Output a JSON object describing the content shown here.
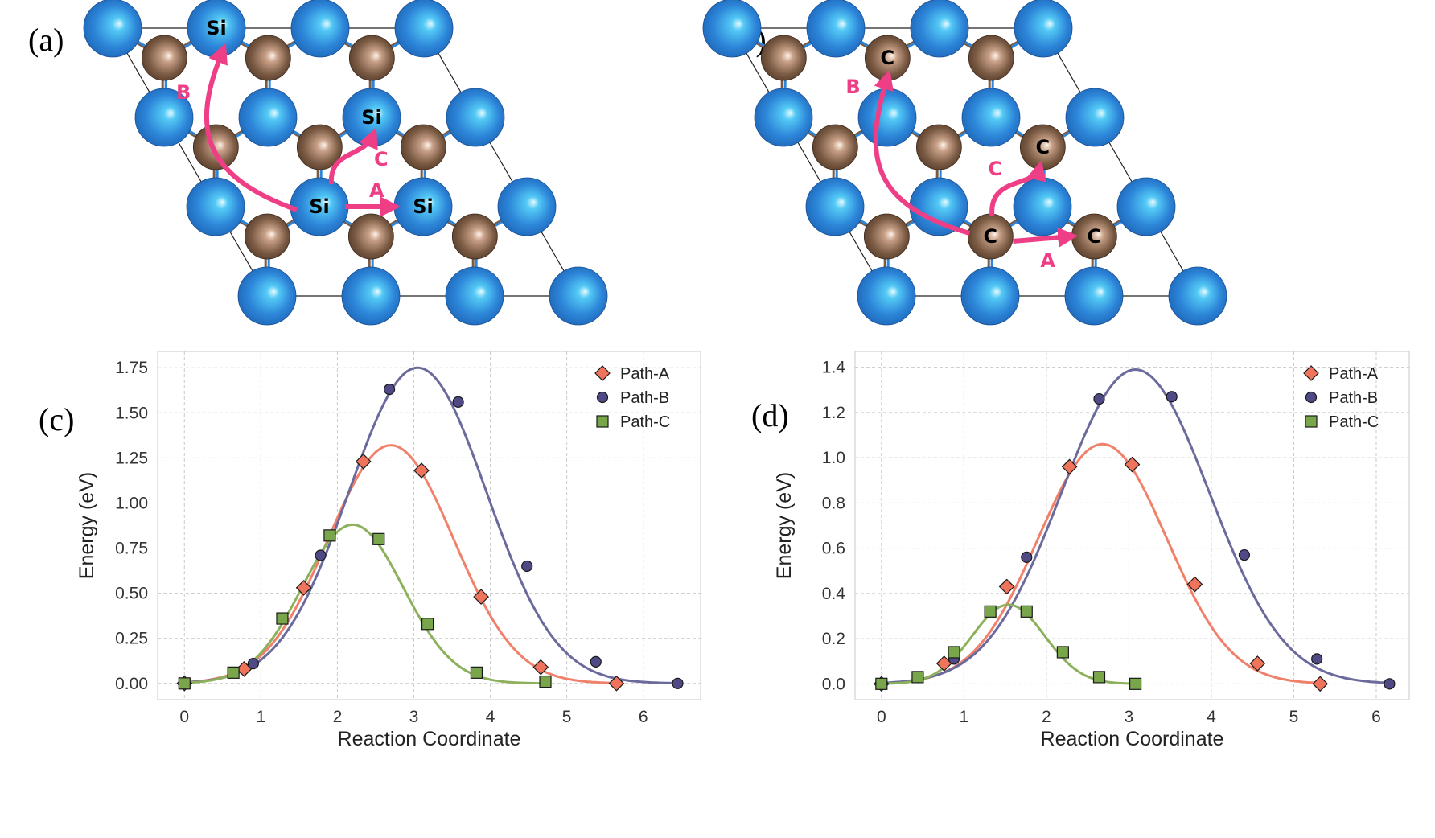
{
  "panels": {
    "a": {
      "label": "(a)",
      "atom_labels": [
        {
          "text": "Si",
          "cell": [
            1,
            0
          ]
        },
        {
          "text": "Si",
          "cell": [
            2,
            1
          ]
        },
        {
          "text": "Si",
          "cell": [
            1,
            2
          ]
        },
        {
          "text": "Si",
          "cell": [
            2,
            2
          ]
        }
      ],
      "paths": [
        {
          "label": "A",
          "from": "Si centre",
          "to": "Si right"
        },
        {
          "label": "B",
          "from": "Si centre",
          "to": "Si top"
        },
        {
          "label": "C",
          "from": "Si centre",
          "to": "Si upper-right"
        }
      ]
    },
    "b": {
      "label": "(b)",
      "atom_labels": [
        {
          "text": "C",
          "cell": [
            1,
            0
          ]
        },
        {
          "text": "C",
          "cell": [
            2,
            1
          ]
        },
        {
          "text": "C",
          "cell": [
            1,
            2
          ]
        },
        {
          "text": "C",
          "cell": [
            2,
            2
          ]
        }
      ],
      "paths": [
        {
          "label": "A",
          "from": "C centre",
          "to": "C right"
        },
        {
          "label": "B",
          "from": "C centre",
          "to": "C top"
        },
        {
          "label": "C",
          "from": "C centre",
          "to": "C upper-right"
        }
      ]
    }
  },
  "colors": {
    "si_atom": "#2d86d9",
    "c_atom": "#7a5a43",
    "arrow": "#ee3f86",
    "path_a_line": "#f0806a",
    "path_a_marker": "#f0735c",
    "path_b_line": "#6b6a9c",
    "path_b_marker": "#4f4a86",
    "path_c_line": "#8cb05b",
    "path_c_marker": "#79a64b"
  },
  "chart_data": [
    {
      "panel_label": "(c)",
      "type": "line",
      "xlabel": "Reaction Coordinate",
      "ylabel": "Energy (eV)",
      "xlim": [
        -0.35,
        6.75
      ],
      "ylim": [
        -0.09,
        1.84
      ],
      "xticks": [
        0,
        1,
        2,
        3,
        4,
        5,
        6
      ],
      "yticks": [
        0.0,
        0.25,
        0.5,
        0.75,
        1.0,
        1.25,
        1.5,
        1.75
      ],
      "ytick_labels": [
        "0.00",
        "0.25",
        "0.50",
        "0.75",
        "1.00",
        "1.25",
        "1.50",
        "1.75"
      ],
      "grid": true,
      "legend": "top-right",
      "series": [
        {
          "name": "Path-A",
          "marker": "diamond",
          "points": [
            [
              0,
              0
            ],
            [
              0.78,
              0.08
            ],
            [
              1.56,
              0.53
            ],
            [
              2.34,
              1.23
            ],
            [
              3.1,
              1.18
            ],
            [
              3.88,
              0.48
            ],
            [
              4.66,
              0.09
            ],
            [
              5.65,
              0.0
            ]
          ],
          "peak_x": 2.7,
          "peak_y": 1.32,
          "sigma": 0.82
        },
        {
          "name": "Path-B",
          "marker": "circle",
          "points": [
            [
              0,
              0
            ],
            [
              0.9,
              0.11
            ],
            [
              1.78,
              0.71
            ],
            [
              2.68,
              1.63
            ],
            [
              3.58,
              1.56
            ],
            [
              4.48,
              0.65
            ],
            [
              5.38,
              0.12
            ],
            [
              6.45,
              0.0
            ]
          ],
          "peak_x": 3.05,
          "peak_y": 1.75,
          "sigma": 0.9
        },
        {
          "name": "Path-C",
          "marker": "square",
          "points": [
            [
              0,
              0
            ],
            [
              0.64,
              0.06
            ],
            [
              1.28,
              0.36
            ],
            [
              1.9,
              0.82
            ],
            [
              2.54,
              0.8
            ],
            [
              3.18,
              0.33
            ],
            [
              3.82,
              0.06
            ],
            [
              4.72,
              0.01
            ]
          ],
          "peak_x": 2.2,
          "peak_y": 0.88,
          "sigma": 0.66
        }
      ]
    },
    {
      "panel_label": "(d)",
      "type": "line",
      "xlabel": "Reaction Coordinate",
      "ylabel": "Energy (eV)",
      "xlim": [
        -0.32,
        6.4
      ],
      "ylim": [
        -0.07,
        1.47
      ],
      "xticks": [
        0,
        1,
        2,
        3,
        4,
        5,
        6
      ],
      "yticks": [
        0.0,
        0.2,
        0.4,
        0.6,
        0.8,
        1.0,
        1.2,
        1.4
      ],
      "ytick_labels": [
        "0.0",
        "0.2",
        "0.4",
        "0.6",
        "0.8",
        "1.0",
        "1.2",
        "1.4"
      ],
      "grid": true,
      "legend": "top-right",
      "series": [
        {
          "name": "Path-A",
          "marker": "diamond",
          "points": [
            [
              0,
              0
            ],
            [
              0.76,
              0.09
            ],
            [
              1.52,
              0.43
            ],
            [
              2.28,
              0.96
            ],
            [
              3.04,
              0.97
            ],
            [
              3.8,
              0.44
            ],
            [
              4.56,
              0.09
            ],
            [
              5.32,
              0.0
            ]
          ],
          "peak_x": 2.68,
          "peak_y": 1.06,
          "sigma": 0.78
        },
        {
          "name": "Path-B",
          "marker": "circle",
          "points": [
            [
              0,
              0
            ],
            [
              0.88,
              0.11
            ],
            [
              1.76,
              0.56
            ],
            [
              2.64,
              1.26
            ],
            [
              3.52,
              1.27
            ],
            [
              4.4,
              0.57
            ],
            [
              5.28,
              0.11
            ],
            [
              6.16,
              0.0
            ]
          ],
          "peak_x": 3.08,
          "peak_y": 1.39,
          "sigma": 0.9
        },
        {
          "name": "Path-C",
          "marker": "square",
          "points": [
            [
              0,
              0
            ],
            [
              0.44,
              0.03
            ],
            [
              0.88,
              0.14
            ],
            [
              1.32,
              0.32
            ],
            [
              1.76,
              0.32
            ],
            [
              2.2,
              0.14
            ],
            [
              2.64,
              0.03
            ],
            [
              3.08,
              0.0
            ]
          ],
          "peak_x": 1.54,
          "peak_y": 0.35,
          "sigma": 0.44
        }
      ]
    }
  ]
}
